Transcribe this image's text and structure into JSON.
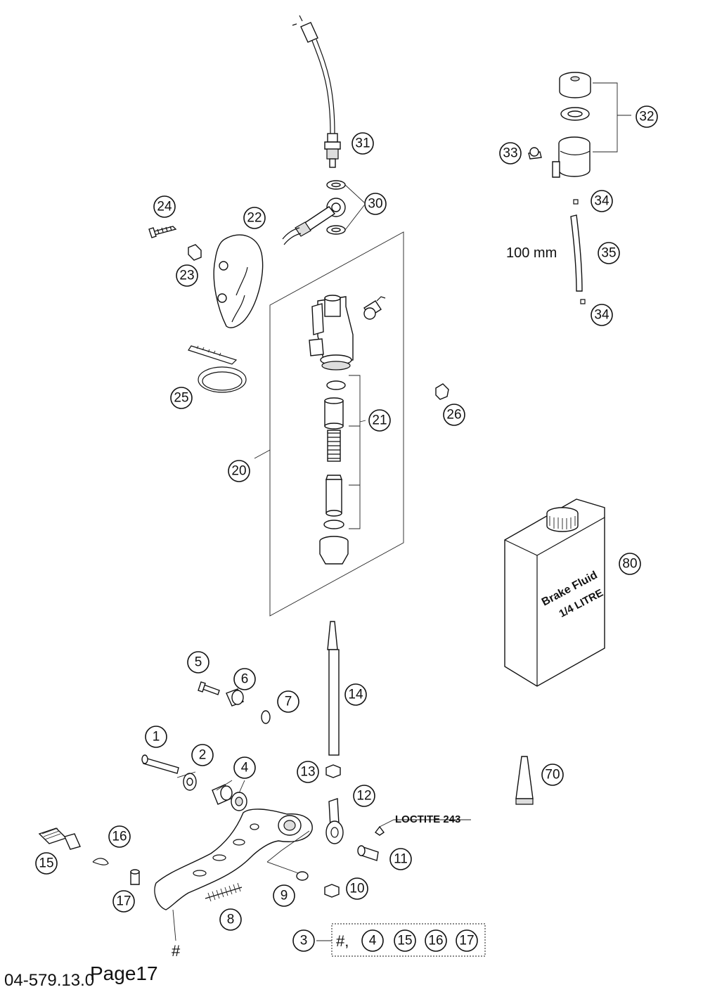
{
  "callouts": {
    "c1": "1",
    "c2": "2",
    "c3": "3",
    "c4": "4",
    "c5": "5",
    "c6": "6",
    "c7": "7",
    "c8": "8",
    "c9": "9",
    "c10": "10",
    "c11": "11",
    "c12": "12",
    "c13": "13",
    "c14": "14",
    "c15": "15",
    "c16": "16",
    "c17": "17",
    "c20": "20",
    "c21": "21",
    "c22": "22",
    "c23": "23",
    "c24": "24",
    "c25": "25",
    "c26": "26",
    "c30": "30",
    "c31": "31",
    "c32": "32",
    "c33": "33",
    "c34a": "34",
    "c34b": "34",
    "c35": "35",
    "c70": "70",
    "c80": "80"
  },
  "kit": {
    "hash_prefix": "#,",
    "k4": "4",
    "k15": "15",
    "k16": "16",
    "k17": "17"
  },
  "labels": {
    "hose_length": "100 mm",
    "loctite": "LOCTITE 243",
    "hash_mark": "#",
    "fluid_line1": "Brake Fluid",
    "fluid_line2": "1/4 LITRE",
    "doc_code": "04-579.13.0",
    "page": "Page17"
  }
}
